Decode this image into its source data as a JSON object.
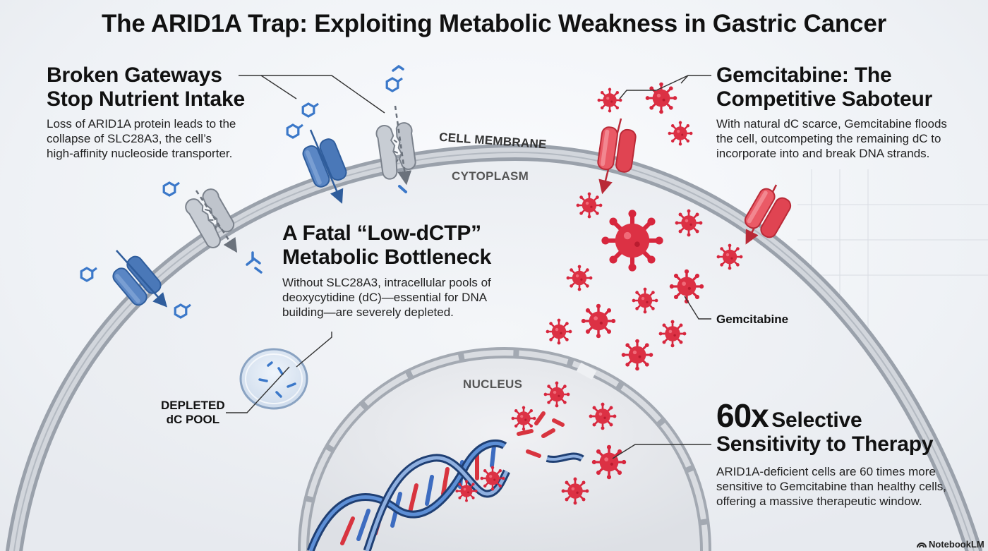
{
  "title": "The ARID1A Trap: Exploiting Metabolic Weakness in Gastric Cancer",
  "broken": {
    "heading": [
      "Broken Gateways",
      "Stop Nutrient Intake"
    ],
    "body": [
      "Loss of ARID1A protein leads to the",
      "collapse of SLC28A3, the cell’s",
      "high-affinity nucleoside transporter."
    ]
  },
  "gem": {
    "heading": [
      "Gemcitabine: The",
      "Competitive Saboteur"
    ],
    "body": [
      "With natural dC scarce, Gemcitabine floods",
      "the cell, outcompeting the remaining dC to",
      "incorporate into and break DNA strands."
    ]
  },
  "fatal": {
    "heading": [
      "A Fatal “Low-dCTP”",
      "Metabolic Bottleneck"
    ],
    "body": [
      "Without SLC28A3, intracellular pools of",
      "deoxycytidine (dC)—essential for DNA",
      "building—are severely depleted."
    ]
  },
  "sens": {
    "big": "60x",
    "heading_rest": "Selective",
    "heading_line2": "Sensitivity to Therapy",
    "body": [
      "ARID1A-deficient cells are 60 times more",
      "sensitive to Gemcitabine than healthy cells,",
      "offering a massive therapeutic window."
    ]
  },
  "labels": {
    "membrane": "CELL MEMBRANE",
    "cytoplasm": "CYTOPLASM",
    "nucleus": "NUCLEUS",
    "gemcitabine": "Gemcitabine",
    "depleted": [
      "DEPLETED",
      "dC POOL"
    ]
  },
  "branding": {
    "logo_text": "NotebookLM"
  },
  "colors": {
    "membrane": "#9aa1ab",
    "transporter_blue": "#4a78b8",
    "transporter_red": "#e04452",
    "virus": "#d7263d",
    "dna_red": "#d8343f",
    "dna_blue": "#3d6cc0",
    "molecule_blue": "#3b78c9"
  },
  "icons": [
    "gemcitabine-virus-icon",
    "nucleoside-molecule-icon",
    "transporter-channel-icon",
    "dna-helix-icon",
    "notebooklm-logo-icon"
  ]
}
